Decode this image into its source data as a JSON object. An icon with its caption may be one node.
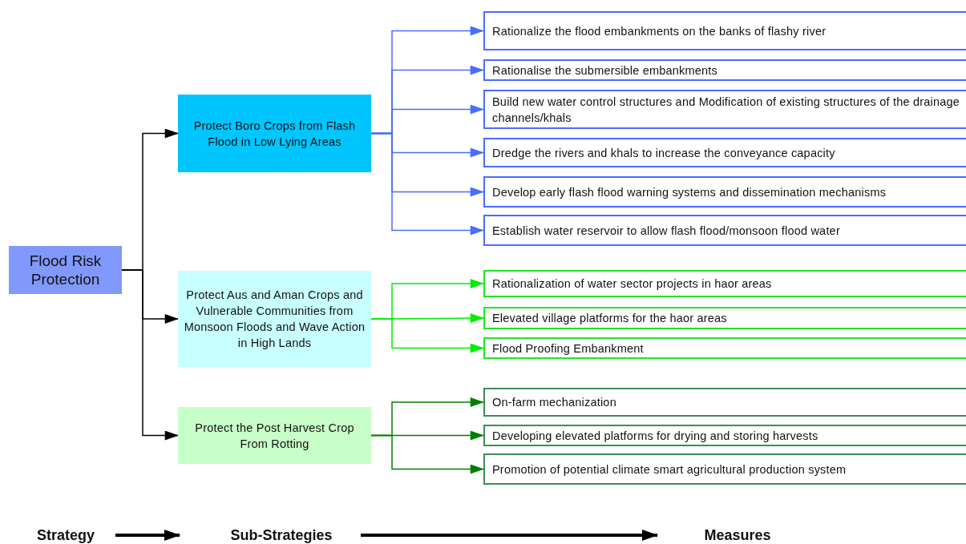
{
  "diagram": {
    "nodes": [
      {
        "text": [
          "Flood Risk Protection"
        ]
      },
      {
        "text": [
          "Protect Boro Crops from Flash Flood in Low Lying Areas"
        ]
      },
      {
        "text": [
          "Protect Aus and Aman Crops and Vulnerable Communities from Monsoon Floods and Wave Action in High Lands"
        ]
      },
      {
        "text": [
          "Protect the Post Harvest Crop From Rotting"
        ]
      },
      {
        "text": [
          "Rationalize the flood embankments on the banks of flashy river"
        ]
      },
      {
        "text": [
          "Rationalise the submersible embankments"
        ]
      },
      {
        "text": [
          "Build new water control structures and Modification of existing structures of  the drainage channels/khals"
        ]
      },
      {
        "text": [
          "Dredge the rivers and khals to increase the conveyance capacity"
        ]
      },
      {
        "text": [
          "Develop  early flash flood warning systems and dissemination mechanisms"
        ]
      },
      {
        "text": [
          "Establish water reservoir to allow flash flood/monsoon flood water"
        ]
      },
      {
        "text": [
          "Rationalization of water sector projects in haor areas"
        ]
      },
      {
        "text": [
          "Elevated village platforms for the haor areas"
        ]
      },
      {
        "text": [
          "Flood Proofing Embankment"
        ]
      },
      {
        "text": [
          "On-farm mechanization"
        ]
      },
      {
        "text": [
          "Developing elevated platforms for drying and storing harvests"
        ]
      },
      {
        "text": [
          "Promotion of potential climate smart agricultural production system"
        ]
      },
      {
        "text": [
          "Strategy"
        ]
      },
      {
        "text": [
          "Sub-Strategies"
        ]
      },
      {
        "text": [
          "Measures"
        ]
      }
    ],
    "edges": [
      {
        "from": 0,
        "to": 1,
        "arrow": "to",
        "color": "#000000"
      },
      {
        "from": 0,
        "to": 2,
        "arrow": "to",
        "color": "#000000"
      },
      {
        "from": 0,
        "to": 3,
        "arrow": "to",
        "color": "#000000"
      },
      {
        "from": 1,
        "to": 4,
        "arrow": "to"
      },
      {
        "from": 1,
        "to": 5,
        "arrow": "to"
      },
      {
        "from": 1,
        "to": 6,
        "arrow": "to"
      },
      {
        "from": 1,
        "to": 7,
        "arrow": "to"
      },
      {
        "from": 1,
        "to": 8,
        "arrow": "to"
      },
      {
        "from": 1,
        "to": 9,
        "arrow": "to"
      },
      {
        "from": 2,
        "to": 10,
        "arrow": "to",
        "color": "#00ee00"
      },
      {
        "from": 2,
        "to": 11,
        "arrow": "to",
        "color": "#00ee00"
      },
      {
        "from": 2,
        "to": 12,
        "arrow": "to",
        "color": "#00ee00"
      },
      {
        "from": 3,
        "to": 13,
        "arrow": "to",
        "color": "#008000"
      },
      {
        "from": 3,
        "to": 14,
        "arrow": "to",
        "color": "#008000"
      },
      {
        "from": 3,
        "to": 15,
        "arrow": "to",
        "color": "#008000"
      },
      {
        "from": 16,
        "to": 17,
        "arrow": "to",
        "style": "thick",
        "color": "#000000"
      },
      {
        "from": 17,
        "to": 18,
        "arrow": "to",
        "style": "thick",
        "color": "#000000"
      }
    ]
  }
}
